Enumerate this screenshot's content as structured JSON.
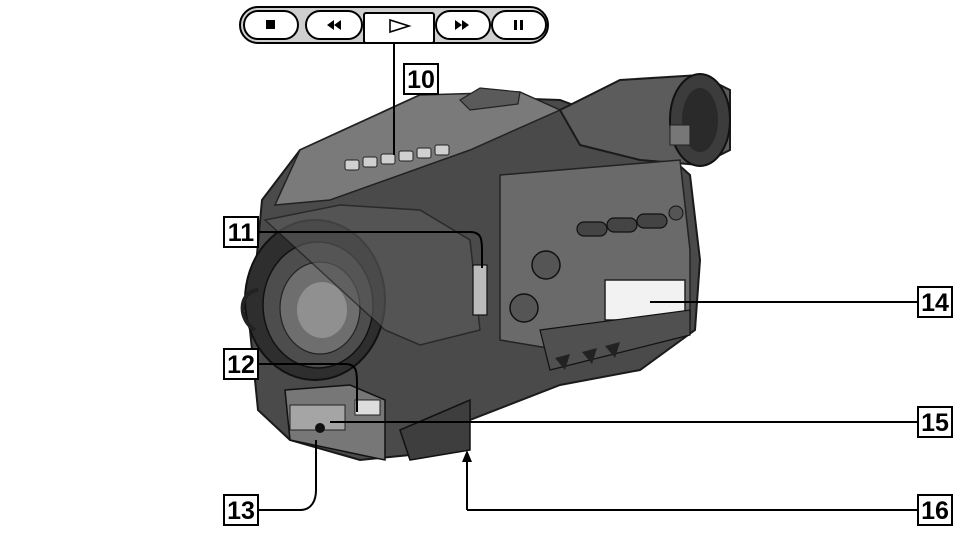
{
  "buttons": [
    {
      "name": "stop-button",
      "icon": "stop-icon"
    },
    {
      "name": "rewind-button",
      "icon": "rewind-icon"
    },
    {
      "name": "play-button",
      "icon": "play-icon"
    },
    {
      "name": "fast-forward-button",
      "icon": "fast-forward-icon"
    },
    {
      "name": "pause-button",
      "icon": "pause-icon"
    }
  ],
  "callouts": {
    "c10": "10",
    "c11": "11",
    "c12": "12",
    "c13": "13",
    "c14": "14",
    "c15": "15",
    "c16": "16"
  },
  "colors": {
    "ink": "#000000",
    "body_dark": "#3a3a3a",
    "body_mid": "#6a6a6a",
    "body_light": "#a8a8a8",
    "highlight": "#d9d9d9"
  }
}
